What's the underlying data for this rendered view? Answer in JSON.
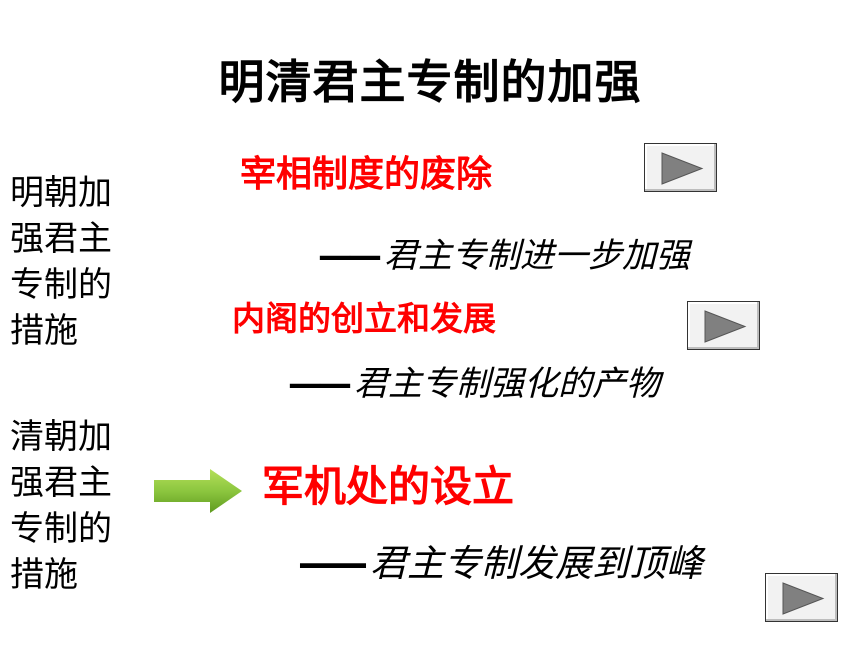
{
  "slide": {
    "title": "明清君主专制的加强",
    "ming": {
      "label": "明朝加强君主专制的措施",
      "measure1": {
        "heading": "宰相制度的废除",
        "dash": "——",
        "note": "君主专制进一步加强"
      },
      "measure2": {
        "heading": "内阁的创立和发展",
        "dash": "——",
        "note": "君主专制强化的产物"
      }
    },
    "qing": {
      "label": "清朝加强君主专制的措施",
      "measure1": {
        "heading": "军机处的设立",
        "dash": "——",
        "note": "君主专制发展到顶峰"
      }
    }
  },
  "colors": {
    "heading_red": "#ff0000",
    "arrow_green": "#8cc63f",
    "text": "#000000"
  },
  "icons": {
    "play_button": "play-triangle-icon",
    "arrow": "right-arrow-icon"
  }
}
